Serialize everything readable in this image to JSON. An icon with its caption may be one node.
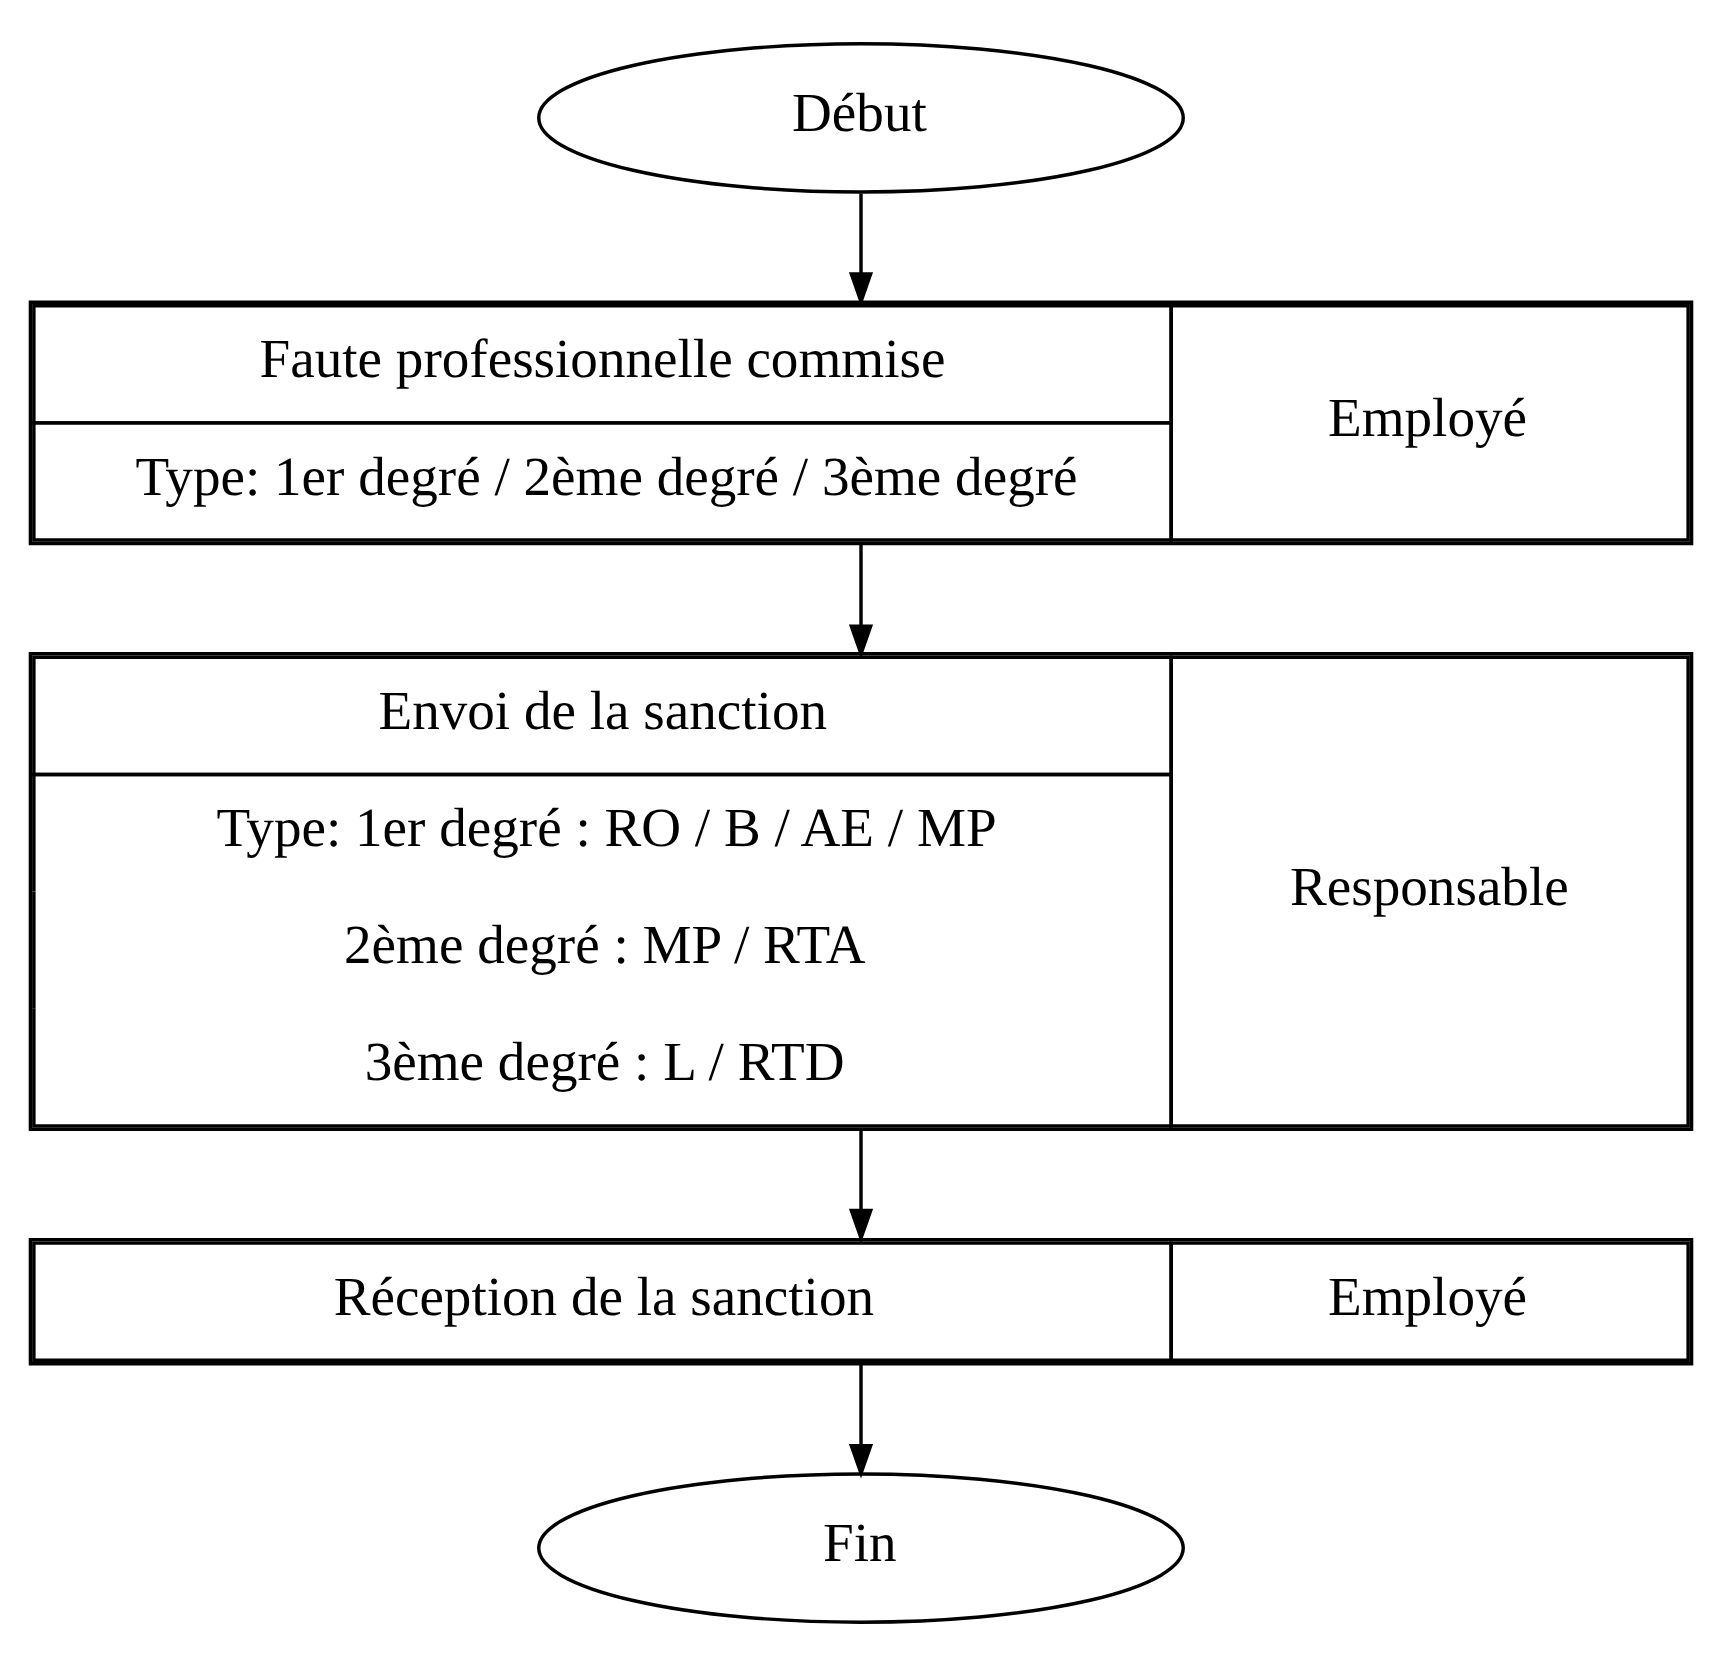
{
  "diagram": {
    "nodes": [
      {
        "text": [
          "Début"
        ]
      },
      {
        "text": [
          "Faute professionnelle commise",
          "Type: 1er degré / 2ème degré / 3ème degré",
          "Employé"
        ]
      },
      {
        "text": [
          "Envoi de la sanction",
          "Type: 1er degré : RO / B / AE / MP",
          "2ème degré : MP / RTA",
          "3ème degré : L / RTD",
          "Responsable"
        ]
      },
      {
        "text": [
          "Réception de la sanction",
          "Employé"
        ]
      },
      {
        "text": [
          "Fin"
        ]
      }
    ],
    "edges": [
      {
        "from": 0,
        "to": 1,
        "arrow": "to"
      },
      {
        "from": 1,
        "to": 2,
        "arrow": "to"
      },
      {
        "from": 2,
        "to": 3,
        "arrow": "to"
      },
      {
        "from": 3,
        "to": 4,
        "arrow": "to"
      }
    ]
  }
}
